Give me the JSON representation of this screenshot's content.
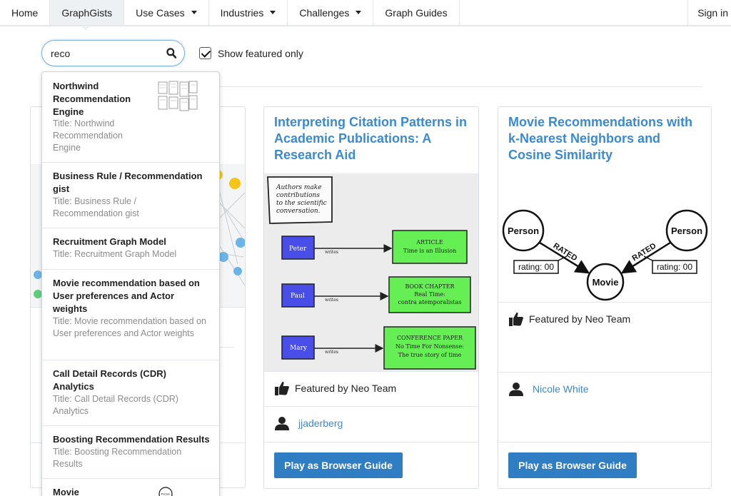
{
  "nav": {
    "items": [
      {
        "label": "Home",
        "dropdown": false
      },
      {
        "label": "GraphGists",
        "dropdown": false,
        "active": true
      },
      {
        "label": "Use Cases",
        "dropdown": true
      },
      {
        "label": "Industries",
        "dropdown": true
      },
      {
        "label": "Challenges",
        "dropdown": true
      },
      {
        "label": "Graph Guides",
        "dropdown": false
      }
    ],
    "sign_in": "Sign in"
  },
  "search": {
    "value": "reco",
    "icon": "search-icon"
  },
  "filter": {
    "label": "Show featured only",
    "checked": true
  },
  "dropdown": {
    "items": [
      {
        "title": "Northwind Recommendation Engine",
        "subtitle": "Title: Northwind Recommendation Engine",
        "thumbnail": "table-thumbnail"
      },
      {
        "title": "Business Rule / Recommendation gist",
        "subtitle": "Title: Business Rule / Recommendation gist"
      },
      {
        "title": "Recruitment Graph Model",
        "subtitle": "Title: Recruitment Graph Model"
      },
      {
        "title": "Movie recommendation based on User preferences and Actor weights",
        "subtitle": "Title: Movie recommendation based on User preferences and Actor weights"
      },
      {
        "title": "Call Detail Records (CDR) Analytics",
        "subtitle": "Title: Call Detail Records (CDR) Analytics"
      },
      {
        "title": "Boosting Recommendation Results",
        "subtitle": "Title: Boosting Recommendation Results"
      },
      {
        "title": "Movie",
        "subtitle": "",
        "thumbnail": "person-thumbnail"
      }
    ]
  },
  "cards": [
    {
      "title": "Interpreting Citation Patterns in Academic Publications: A Research Aid",
      "featured": "Featured by Neo Team",
      "author": "jjaderberg",
      "button": "Play as Browser Guide",
      "diagram": {
        "note": [
          "Authors make",
          "contributions",
          "to the scientific",
          "conversation."
        ],
        "rows": [
          {
            "author": "Peter",
            "verb": "writes",
            "target": [
              "ARTICLE",
              "Time is an Illusion"
            ]
          },
          {
            "author": "Paul",
            "verb": "writes",
            "target": [
              "BOOK CHAPTER",
              "Real Time:",
              "contra atemporalistas"
            ]
          },
          {
            "author": "Mary",
            "verb": "writes",
            "target": [
              "CONFERENCE PAPER",
              "No Time For Nonsense:",
              "The true story of time"
            ]
          }
        ]
      }
    },
    {
      "title": "Movie Recommendations with k-Nearest Neighbors and Cosine Similarity",
      "featured": "Featured by Neo Team",
      "author": "Nicole White",
      "button": "Play as Browser Guide",
      "diagram": {
        "left_node": "Person",
        "right_node": "Person",
        "center_node": "Movie",
        "rel": "RATED",
        "prop": "rating: 00"
      }
    }
  ],
  "colors": {
    "link": "#3b8ad0",
    "button": "#2f7ec4",
    "diagram_green": "#66ee55",
    "diagram_blue": "#4a4ee8"
  }
}
